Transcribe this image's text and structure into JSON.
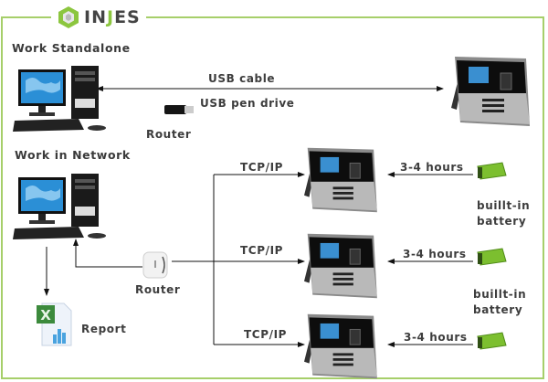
{
  "brand": {
    "logo_text_pre": "IN",
    "logo_text_j": "J",
    "logo_text_post": "ES",
    "accent_color": "#8cc63f",
    "border_color": "#a6cf6a"
  },
  "sections": {
    "standalone": "Work Standalone",
    "network": "Work in Network"
  },
  "standalone": {
    "usb_cable": "USB cable",
    "usb_pen_drive": "USB pen drive",
    "pen_drive_caption": "Router"
  },
  "network": {
    "router_caption": "Router",
    "report_caption": "Report",
    "devices": [
      {
        "link": "TCP/IP",
        "battery_time": "3-4 hours",
        "battery_label_1": "buillt-in",
        "battery_label_2": "battery"
      },
      {
        "link": "TCP/IP",
        "battery_time": "3-4 hours",
        "battery_label_1": "buillt-in",
        "battery_label_2": "battery"
      },
      {
        "link": "TCP/IP",
        "battery_time": "3-4 hours"
      }
    ]
  },
  "icons": [
    "logo-icon",
    "desktop-computer-icon",
    "usb-drive-icon",
    "time-attendance-terminal-icon",
    "router-icon",
    "excel-report-icon",
    "battery-icon"
  ]
}
